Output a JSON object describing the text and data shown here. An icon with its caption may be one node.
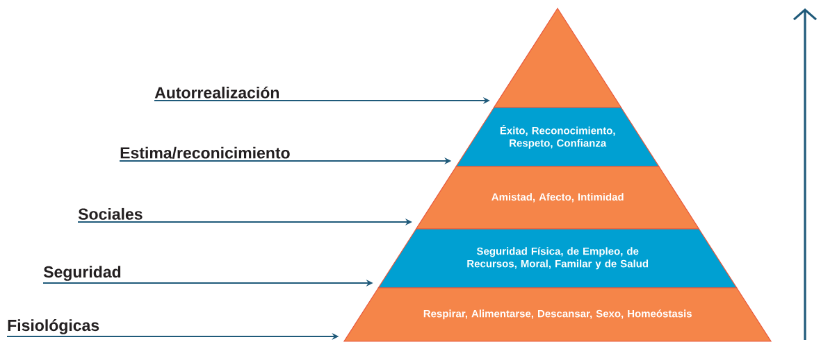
{
  "diagram": {
    "nodes": [
      {
        "text": [],
        "shape": "triangle"
      },
      {
        "text": [
          "Éxito, Reconocimiento, Respeto, Confianza"
        ]
      },
      {
        "text": [
          "Amistad, Afecto, Intimidad"
        ]
      },
      {
        "text": [
          "Seguridad Física, de Empleo, de Recursos, Moral, Familar y de Salud"
        ]
      },
      {
        "text": [
          "Respirar, Alimentarse, Descansar, Sexo, Homeóstasis"
        ]
      },
      {
        "text": [
          "Autorrealización"
        ]
      },
      {
        "text": [
          "Estima/reconicimiento"
        ]
      },
      {
        "text": [
          "Sociales"
        ]
      },
      {
        "text": [
          "Seguridad"
        ]
      },
      {
        "text": [
          "Fisiológicas"
        ]
      }
    ],
    "edges": [
      {
        "from": 5,
        "to": 0,
        "arrow": "to"
      },
      {
        "from": 6,
        "to": 1,
        "arrow": "to"
      },
      {
        "from": 7,
        "to": 2,
        "arrow": "to"
      },
      {
        "from": 8,
        "to": 3,
        "arrow": "to"
      },
      {
        "from": 9,
        "to": 4,
        "arrow": "to"
      }
    ]
  }
}
